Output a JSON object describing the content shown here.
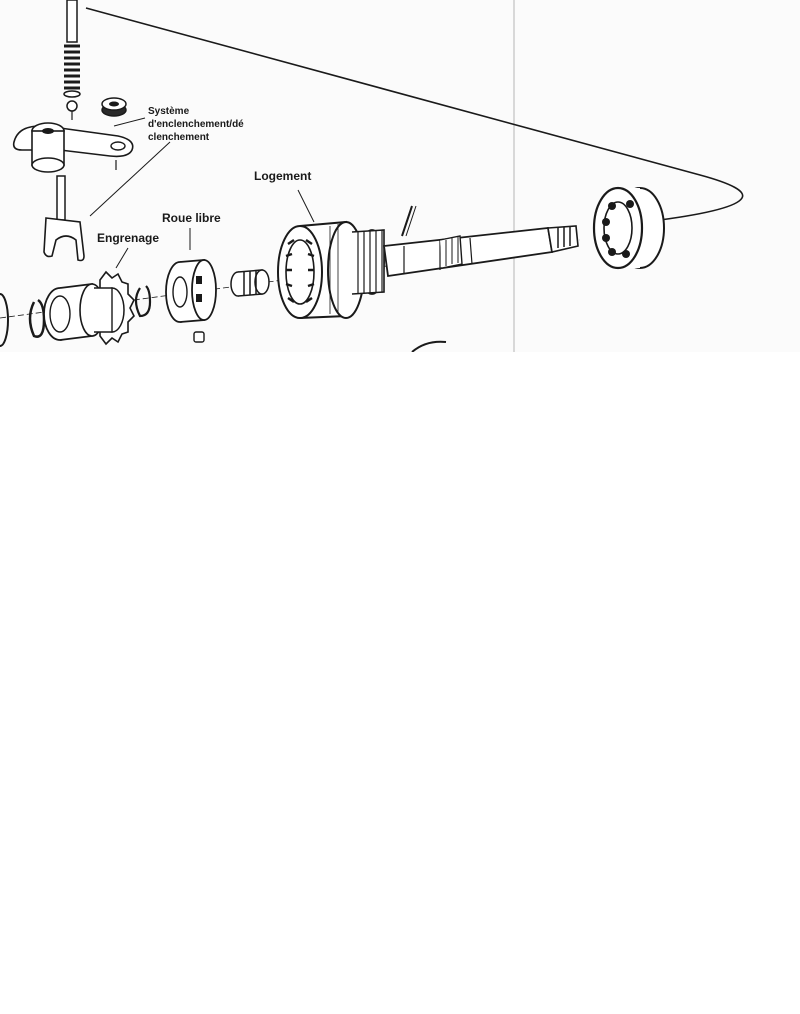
{
  "labels": {
    "systeme_line1": "Système",
    "systeme_line2": "d'enclenchement/dé",
    "systeme_line3": "clenchement",
    "logement": "Logement",
    "roue_libre": "Roue libre",
    "engrenage": "Engrenage"
  },
  "colors": {
    "ink": "#1a1a1a",
    "paper": "#fbfbfb",
    "background": "#ffffff"
  }
}
